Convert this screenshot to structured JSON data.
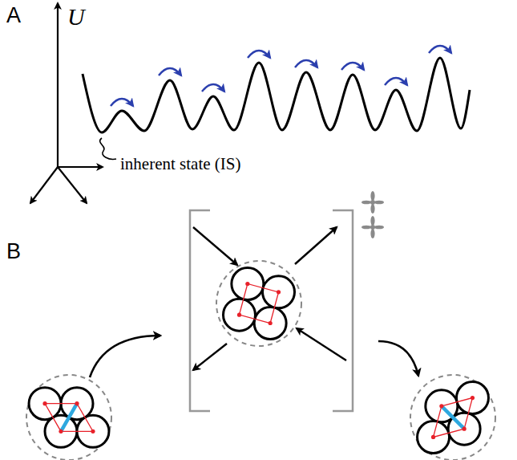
{
  "diagram": {
    "labels": [
      "A",
      "U",
      "inherent state (IS)",
      "B"
    ]
  }
}
